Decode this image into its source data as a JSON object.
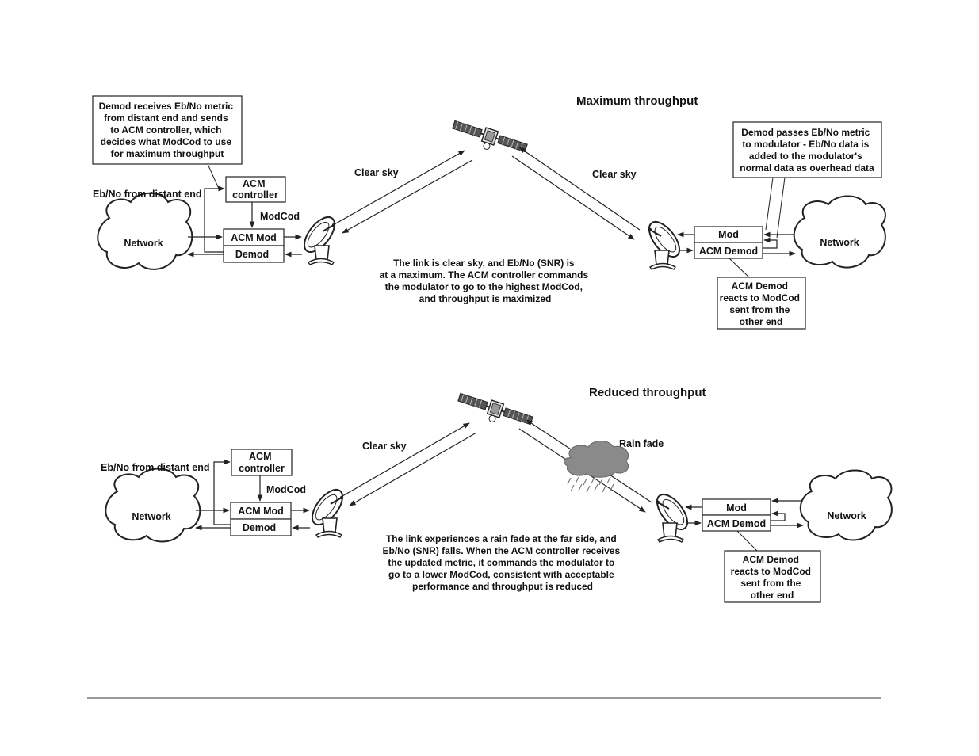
{
  "top": {
    "title": "Maximum throughput",
    "left_note": [
      "Demod receives Eb/No metric",
      "from distant end and sends",
      "to ACM controller, which",
      "decides what ModCod to use",
      "for maximum throughput"
    ],
    "ebno_label": "Eb/No from distant end",
    "acm_controller": [
      "ACM",
      "controller"
    ],
    "modcod_label": "ModCod",
    "acm_mod": "ACM Mod",
    "demod": "Demod",
    "network_left": "Network",
    "clear_sky_left": "Clear sky",
    "clear_sky_right": "Clear sky",
    "right_note": [
      "Demod passes Eb/No metric",
      "to modulator - Eb/No data is",
      "added to the modulator's",
      "normal data as overhead data"
    ],
    "mod": "Mod",
    "acm_demod": "ACM Demod",
    "network_right": "Network",
    "react_note": [
      "ACM Demod",
      "reacts to ModCod",
      "sent from the",
      "other end"
    ],
    "center_note": [
      "The link is clear sky, and Eb/No (SNR) is",
      "at a maximum. The ACM controller commands",
      "the modulator to go to the highest ModCod,",
      "and throughput is maximized"
    ]
  },
  "bottom": {
    "title": "Reduced throughput",
    "ebno_label": "Eb/No from distant end",
    "acm_controller": [
      "ACM",
      "controller"
    ],
    "modcod_label": "ModCod",
    "acm_mod": "ACM Mod",
    "demod": "Demod",
    "network_left": "Network",
    "clear_sky": "Clear sky",
    "rain_fade": "Rain fade",
    "mod": "Mod",
    "acm_demod": "ACM Demod",
    "network_right": "Network",
    "react_note": [
      "ACM Demod",
      "reacts to ModCod",
      "sent from the",
      "other end"
    ],
    "center_note": [
      "The link experiences a rain fade at the far side, and",
      "Eb/No (SNR) falls. When the ACM controller receives",
      "the updated metric, it commands the modulator to",
      "go to a lower ModCod, consistent with acceptable",
      "performance and throughput is reduced"
    ]
  }
}
